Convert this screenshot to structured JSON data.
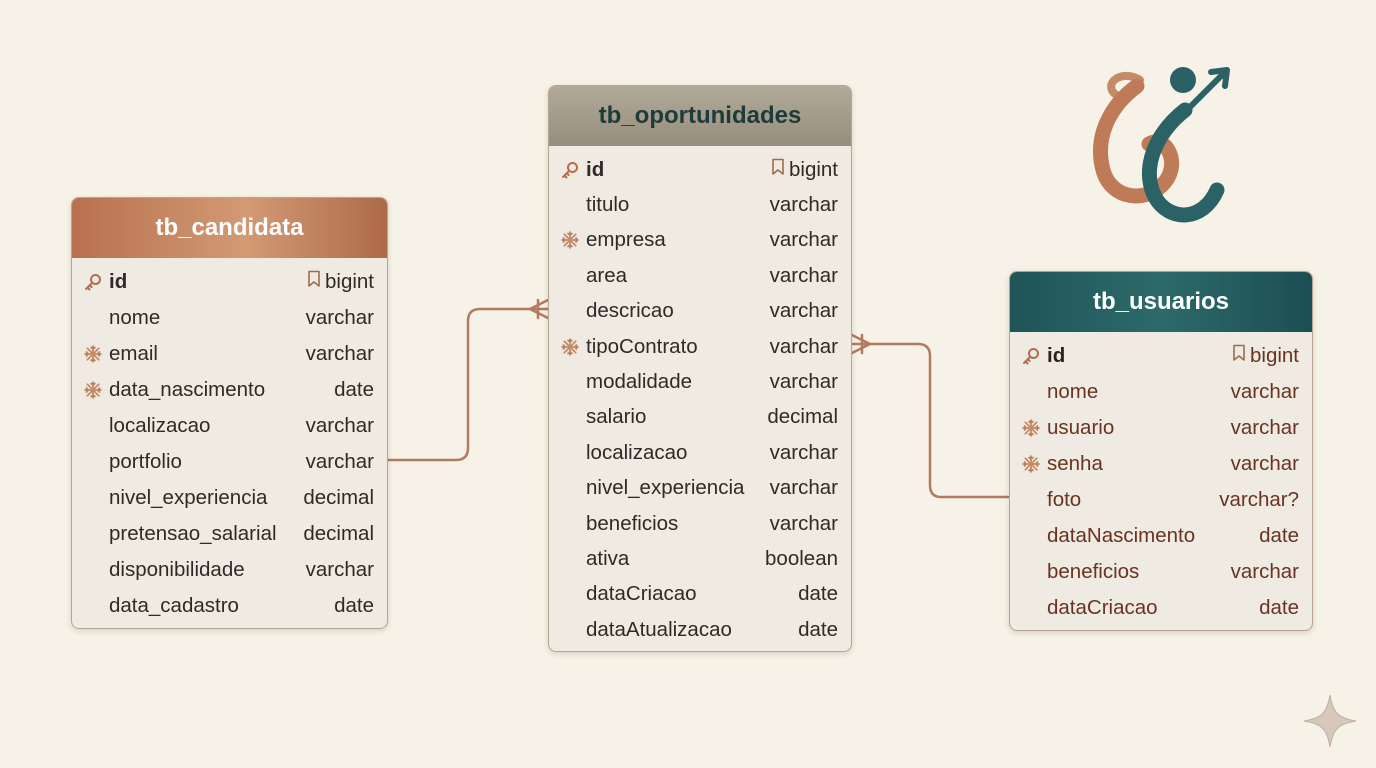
{
  "tables": {
    "candidata": {
      "name": "tb_candidata",
      "columns": [
        {
          "name": "id",
          "type": "bigint",
          "key": "pk"
        },
        {
          "name": "nome",
          "type": "varchar",
          "key": ""
        },
        {
          "name": "email",
          "type": "varchar",
          "key": "unique"
        },
        {
          "name": "data_nascimento",
          "type": "date",
          "key": "unique"
        },
        {
          "name": "localizacao",
          "type": "varchar",
          "key": ""
        },
        {
          "name": "portfolio",
          "type": "varchar",
          "key": ""
        },
        {
          "name": "nivel_experiencia",
          "type": "decimal",
          "key": ""
        },
        {
          "name": "pretensao_salarial",
          "type": "decimal",
          "key": ""
        },
        {
          "name": "disponibilidade",
          "type": "varchar",
          "key": ""
        },
        {
          "name": "data_cadastro",
          "type": "date",
          "key": ""
        }
      ]
    },
    "oportunidades": {
      "name": "tb_oportunidades",
      "columns": [
        {
          "name": "id",
          "type": "bigint",
          "key": "pk"
        },
        {
          "name": "titulo",
          "type": "varchar",
          "key": ""
        },
        {
          "name": "empresa",
          "type": "varchar",
          "key": "unique"
        },
        {
          "name": "area",
          "type": "varchar",
          "key": ""
        },
        {
          "name": "descricao",
          "type": "varchar",
          "key": ""
        },
        {
          "name": "tipoContrato",
          "type": "varchar",
          "key": "unique"
        },
        {
          "name": "modalidade",
          "type": "varchar",
          "key": ""
        },
        {
          "name": "salario",
          "type": "decimal",
          "key": ""
        },
        {
          "name": "localizacao",
          "type": "varchar",
          "key": ""
        },
        {
          "name": "nivel_experiencia",
          "type": "varchar",
          "key": ""
        },
        {
          "name": "beneficios",
          "type": "varchar",
          "key": ""
        },
        {
          "name": "ativa",
          "type": "boolean",
          "key": ""
        },
        {
          "name": "dataCriacao",
          "type": "date",
          "key": ""
        },
        {
          "name": "dataAtualizacao",
          "type": "date",
          "key": ""
        }
      ]
    },
    "usuarios": {
      "name": "tb_usuarios",
      "columns": [
        {
          "name": "id",
          "type": "bigint",
          "key": "pk"
        },
        {
          "name": "nome",
          "type": "varchar",
          "key": ""
        },
        {
          "name": "usuario",
          "type": "varchar",
          "key": "unique"
        },
        {
          "name": "senha",
          "type": "varchar",
          "key": "unique"
        },
        {
          "name": "foto",
          "type": "varchar?",
          "key": ""
        },
        {
          "name": "dataNascimento",
          "type": "date",
          "key": ""
        },
        {
          "name": "beneficios",
          "type": "varchar",
          "key": ""
        },
        {
          "name": "dataCriacao",
          "type": "date",
          "key": ""
        }
      ]
    }
  },
  "relationships": [
    {
      "from": "tb_candidata",
      "to": "tb_oportunidades",
      "cardinality": "one-to-many"
    },
    {
      "from": "tb_usuarios",
      "to": "tb_oportunidades",
      "cardinality": "one-to-many"
    }
  ],
  "icons": {
    "primary_key": "key-icon",
    "pk_badge": "bookmark-icon",
    "unique": "snowflake-icon",
    "logo": "logo-icon",
    "corner": "sparkle-icon"
  },
  "colors": {
    "background": "#f6f2e7",
    "candidata_header": "#c0805d",
    "oportunidades_header": "#a59e8c",
    "usuarios_header": "#235a5e",
    "connector": "#b27a5f",
    "accent_copper": "#b46d4c"
  }
}
